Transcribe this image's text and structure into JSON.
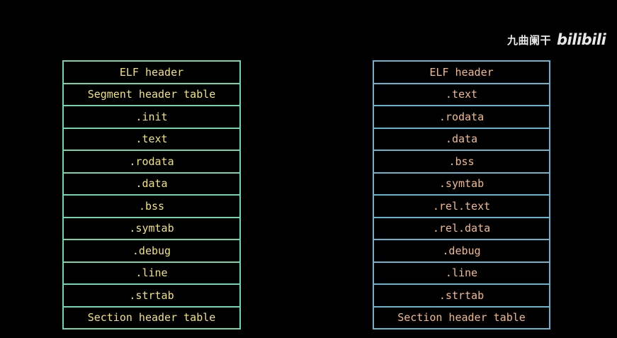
{
  "watermark": {
    "author": "九曲阑干",
    "logo": "bilibili"
  },
  "colors": {
    "background": "#000000",
    "left_border": "#6dd6ae",
    "left_text": "#f0e27a",
    "right_border": "#62b4cf",
    "right_text": "#f2b98a"
  },
  "left_table": {
    "rows": [
      "ELF header",
      "Segment header table",
      ".init",
      ".text",
      ".rodata",
      ".data",
      ".bss",
      ".symtab",
      ".debug",
      ".line",
      ".strtab",
      "Section header table"
    ]
  },
  "right_table": {
    "rows": [
      "ELF header",
      ".text",
      ".rodata",
      ".data",
      ".bss",
      ".symtab",
      ".rel.text",
      ".rel.data",
      ".debug",
      ".line",
      ".strtab",
      "Section header table"
    ]
  }
}
